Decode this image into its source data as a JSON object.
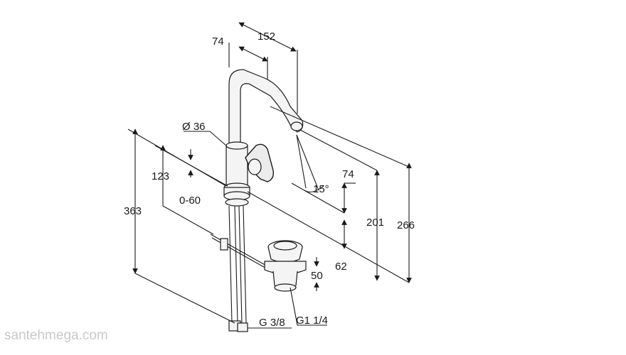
{
  "drawing": {
    "dimensions": {
      "d74_top": "74",
      "d152": "152",
      "d36": "Ø 36",
      "d123": "123",
      "d060": "0-60",
      "d363": "363",
      "d74_right": "74",
      "d15": "15°",
      "d201": "201",
      "d266": "266",
      "d62": "62",
      "d50": "50",
      "g114": "G1 1/4",
      "g38": "G 3/8"
    },
    "watermark": "santehmega.com"
  }
}
